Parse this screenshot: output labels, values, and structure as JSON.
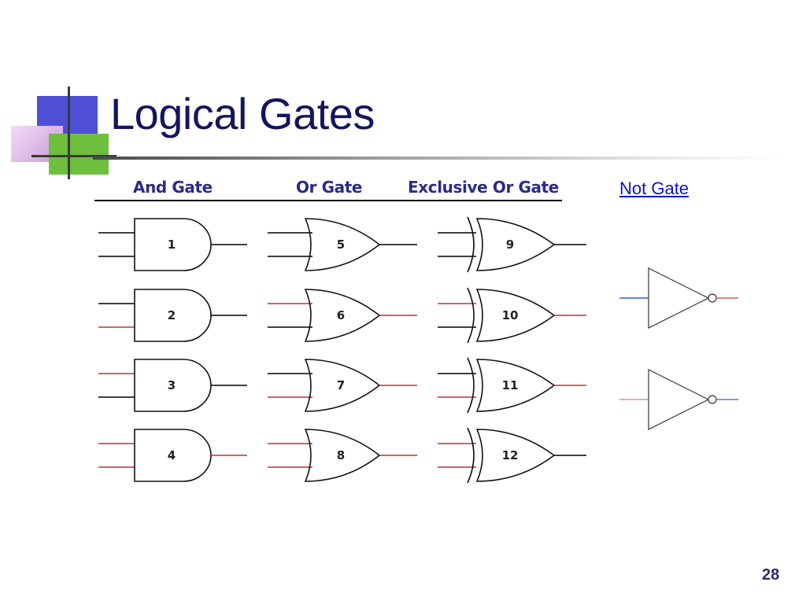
{
  "slide": {
    "title": "Logical Gates",
    "page_number": "28"
  },
  "headings": {
    "and": "And Gate",
    "or": "Or Gate",
    "xor": "Exclusive Or Gate",
    "not": "Not Gate"
  },
  "colors": {
    "wire_off": "#000000",
    "wire_on": "#c03030",
    "not_in_off": "#3a5fd0",
    "not_out_on": "#d06060",
    "not_in_on": "#e09090",
    "not_out_off": "#6070c0"
  },
  "gates": {
    "and": [
      {
        "label": "1",
        "a": 0,
        "b": 0,
        "out": 0
      },
      {
        "label": "2",
        "a": 0,
        "b": 1,
        "out": 0
      },
      {
        "label": "3",
        "a": 1,
        "b": 0,
        "out": 0
      },
      {
        "label": "4",
        "a": 1,
        "b": 1,
        "out": 1
      }
    ],
    "or": [
      {
        "label": "5",
        "a": 0,
        "b": 0,
        "out": 0
      },
      {
        "label": "6",
        "a": 1,
        "b": 0,
        "out": 1
      },
      {
        "label": "7",
        "a": 0,
        "b": 1,
        "out": 1
      },
      {
        "label": "8",
        "a": 1,
        "b": 1,
        "out": 1
      }
    ],
    "xor": [
      {
        "label": "9",
        "a": 0,
        "b": 0,
        "out": 0
      },
      {
        "label": "10",
        "a": 1,
        "b": 0,
        "out": 1
      },
      {
        "label": "11",
        "a": 0,
        "b": 1,
        "out": 1
      },
      {
        "label": "12",
        "a": 1,
        "b": 1,
        "out": 0
      }
    ],
    "not": [
      {
        "in": 0,
        "out": 1
      },
      {
        "in": 1,
        "out": 0
      }
    ]
  }
}
